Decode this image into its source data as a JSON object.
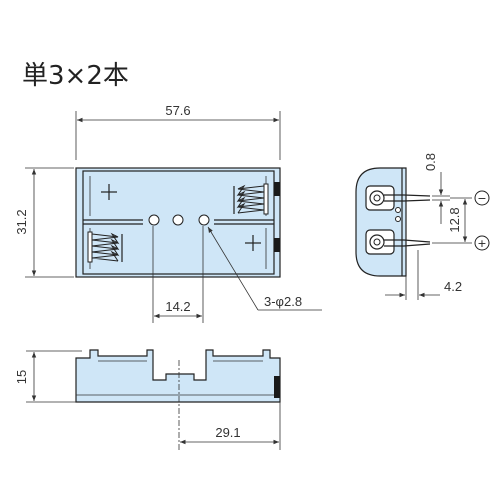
{
  "title": "単3×2本",
  "dimensions": {
    "overall_width": "57.6",
    "height": "31.2",
    "hole_pitch": "14.2",
    "holes": "3-φ2.8",
    "side_height": "15",
    "half_length": "29.1",
    "terminal_thickness": "0.8",
    "terminal_pitch": "12.8",
    "terminal_offset": "4.2"
  },
  "polarity": {
    "negative": "−",
    "positive": "+"
  }
}
